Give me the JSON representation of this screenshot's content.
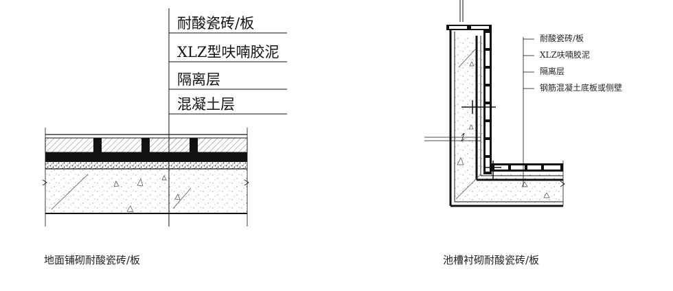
{
  "left_diagram": {
    "layers": [
      "耐酸瓷砖/板",
      "XLZ型呋喃胶泥",
      "隔离层",
      "混凝土层"
    ],
    "caption": "地面铺砌耐酸瓷砖/板"
  },
  "right_diagram": {
    "layers": [
      "耐酸瓷砖/板",
      "XLZ呋喃胶泥",
      "隔离层",
      "钢筋混凝土底板或侧壁"
    ],
    "caption": "池槽衬砌耐酸瓷砖/板"
  },
  "colors": {
    "line": "#111111",
    "hatch": "#333333",
    "text": "#222222"
  }
}
